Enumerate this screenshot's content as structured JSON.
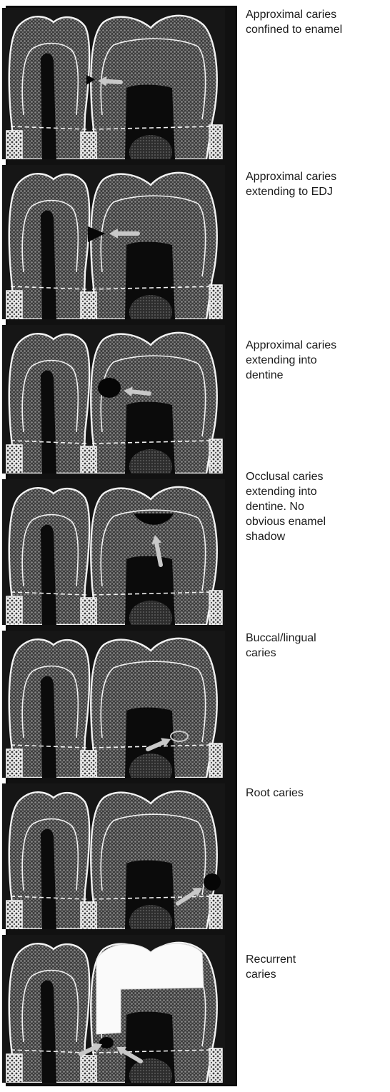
{
  "panels": [
    {
      "id": "p1",
      "caption": "Approximal caries\nconfined to enamel",
      "lesion": "approximal-enamel"
    },
    {
      "id": "p2",
      "caption": "Approximal caries\nextending to EDJ",
      "lesion": "approximal-edj"
    },
    {
      "id": "p3",
      "caption": "Approximal caries\nextending into\ndentine",
      "lesion": "approximal-dentine"
    },
    {
      "id": "p4",
      "caption": "Occlusal caries\nextending into\ndentine. No\nobvious enamel\nshadow",
      "lesion": "occlusal"
    },
    {
      "id": "p5",
      "caption": "Buccal/lingual\ncaries",
      "lesion": "buccal-lingual"
    },
    {
      "id": "p6",
      "caption": "Root caries",
      "lesion": "root"
    },
    {
      "id": "p7",
      "caption": "Recurrent\ncaries",
      "lesion": "recurrent"
    }
  ],
  "colors": {
    "background": "#161616",
    "enamel_outline": "#f2f2f2",
    "pattern_dot": "#8c8c8c",
    "pulp": "#0b0b0b",
    "arrow": "#c8c8c8",
    "restoration": "#fafafa"
  }
}
